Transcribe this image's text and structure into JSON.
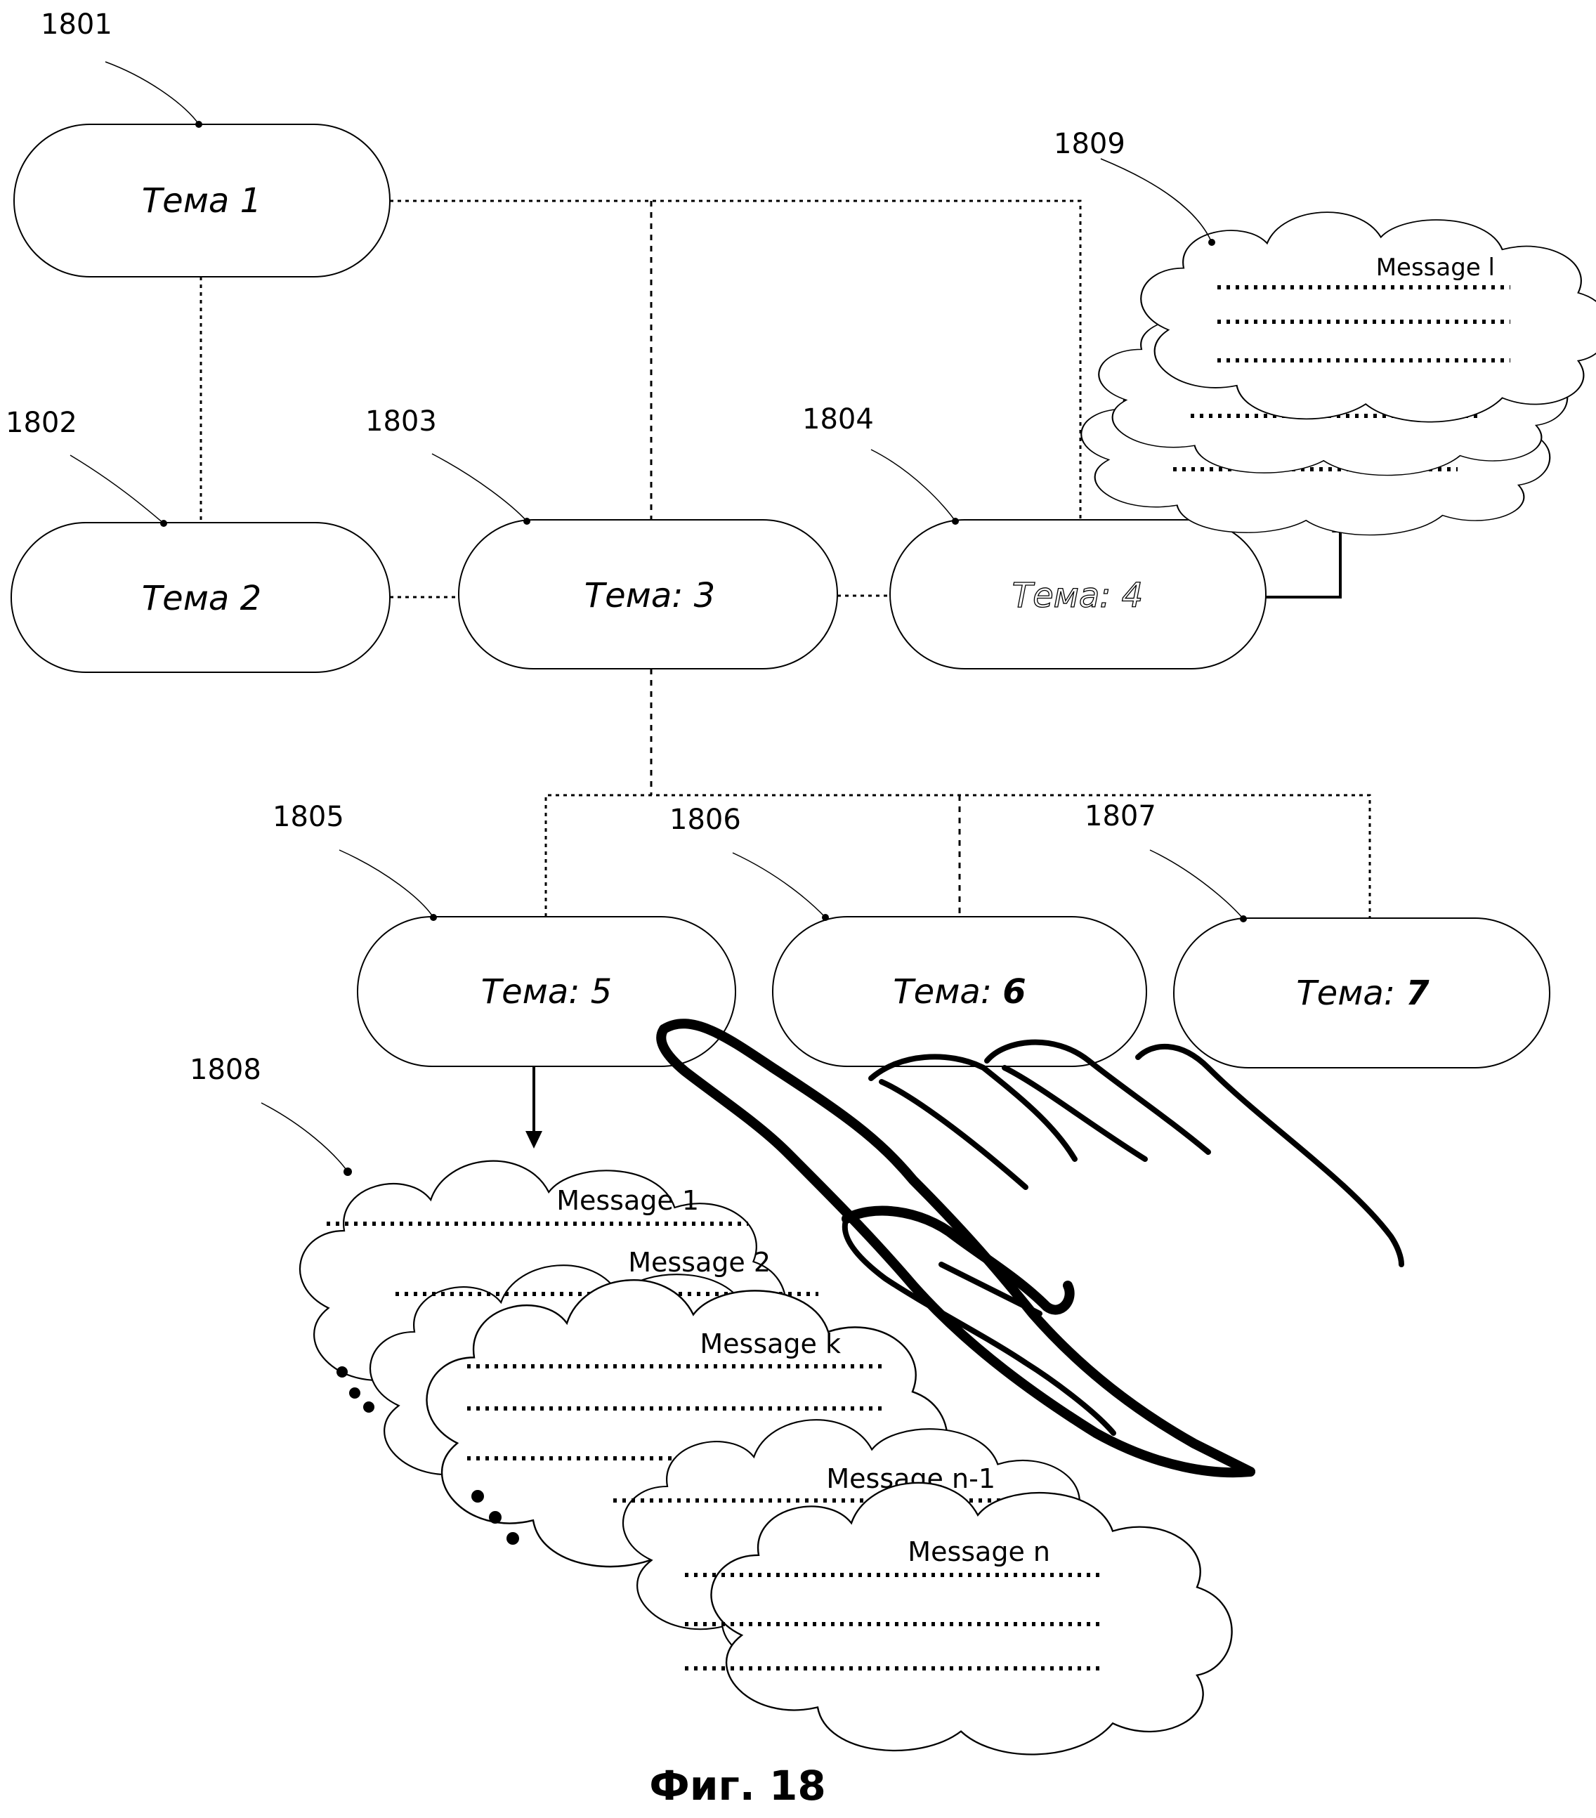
{
  "figure": {
    "caption": "Фиг. 18"
  },
  "topics": [
    {
      "ref": "1801",
      "label": "Тема 1",
      "style": "italic"
    },
    {
      "ref": "1802",
      "label": "Тема 2",
      "style": "italic"
    },
    {
      "ref": "1803",
      "label": "Тема: 3",
      "style": "italic"
    },
    {
      "ref": "1804",
      "label": "Тема: 4",
      "style": "outline"
    },
    {
      "ref": "1805",
      "label_prefix": "Тема: ",
      "label_num": "5",
      "style": "light"
    },
    {
      "ref": "1806",
      "label_prefix": "Тема: ",
      "label_num": "6",
      "style": "bold-num"
    },
    {
      "ref": "1807",
      "label_prefix": "Тема: ",
      "label_num": "7",
      "style": "bold-num"
    }
  ],
  "message_groups": [
    {
      "ref": "1808",
      "attached_to": "1805",
      "messages": [
        "Message 1",
        "Message 2",
        "Message k",
        "Message n-1",
        "Message n"
      ],
      "ellipsis": "• • •"
    },
    {
      "ref": "1809",
      "attached_to": "1804",
      "messages": [
        "Message l"
      ]
    }
  ],
  "connections": [
    {
      "from": "1801",
      "to": "1802",
      "type": "dotted"
    },
    {
      "from": "1801",
      "to": "1803",
      "type": "dotted"
    },
    {
      "from": "1801",
      "to": "1804",
      "type": "dotted"
    },
    {
      "from": "1802",
      "to": "1803",
      "type": "dotted"
    },
    {
      "from": "1803",
      "to": "1804",
      "type": "dotted"
    },
    {
      "from": "1803",
      "to": "1805",
      "type": "dotted"
    },
    {
      "from": "1803",
      "to": "1806",
      "type": "dotted"
    },
    {
      "from": "1803",
      "to": "1807",
      "type": "dotted"
    },
    {
      "from": "1804",
      "to": "1809",
      "type": "arrow"
    },
    {
      "from": "1805",
      "to": "1808",
      "type": "arrow"
    }
  ],
  "gesture": {
    "icon": "pointing-hand-icon",
    "description": "hand touching Тема: 5"
  }
}
